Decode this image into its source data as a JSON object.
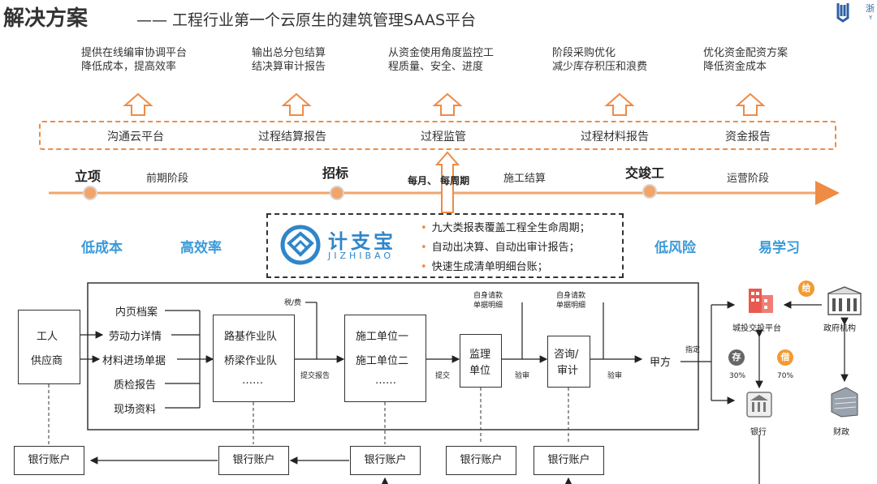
{
  "header": {
    "title": "解决方案",
    "subtitle": "—— 工程行业第一个云原生的建筑管理SAAS平台"
  },
  "benefits": [
    {
      "line1": "提供在线编审协调平台",
      "line2": "降低成本，提高效率"
    },
    {
      "line1": "输出总分包结算",
      "line2": "结决算审计报告"
    },
    {
      "line1": "从资金使用角度监控工",
      "line2": "程质量、安全、进度"
    },
    {
      "line1": "阶段采购优化",
      "line2": "减少库存积压和浪费"
    },
    {
      "line1": "优化资金配资方案",
      "line2": "降低资金成本"
    }
  ],
  "report_bar": [
    "沟通云平台",
    "过程结算报告",
    "过程监管",
    "过程材料报告",
    "资金报告"
  ],
  "timeline": {
    "milestones": [
      "立项",
      "招标",
      "交竣工"
    ],
    "phases": [
      "前期阶段",
      "施工结算",
      "运营阶段"
    ],
    "cycle_label": "每月、 每周期"
  },
  "features": [
    "低成本",
    "高效率",
    "低风险",
    "易学习"
  ],
  "product": {
    "name": "计支宝",
    "pinyin": "JIZHIBAO",
    "bullets": [
      "九大类报表覆盖工程全生命周期；",
      "自动出决算、自动出审计报告；",
      "快速生成清单明细台账；"
    ]
  },
  "flow": {
    "sources": [
      "工人",
      "供应商"
    ],
    "documents": [
      "内页档案",
      "劳动力详情",
      "材料进场单据",
      "质检报告",
      "现场资料"
    ],
    "teams": [
      "路基作业队",
      "桥梁作业队",
      "……"
    ],
    "contractors": [
      "施工单位一",
      "施工单位二",
      "……"
    ],
    "supervisor": [
      "监理",
      "单位"
    ],
    "consult": [
      "咨询/",
      "审计"
    ],
    "owner": "甲方",
    "labels": {
      "tax_fee": "税/费",
      "submit_report": "提交报告",
      "submit": "提交",
      "approve1": "验审",
      "approve2": "验审",
      "self_pay1a": "自身请款",
      "self_pay1b": "单据明细",
      "self_pay2a": "自身请款",
      "self_pay2b": "单据明细",
      "designate": "指定"
    },
    "bank_account": "银行账户"
  },
  "finance": {
    "platform": "城投交投平台",
    "government": "政府机构",
    "bank": "银行",
    "treasury": "财政",
    "give": "给",
    "deposit": "存",
    "borrow": "借",
    "deposit_pct": "30%",
    "borrow_pct": "70%"
  },
  "colors": {
    "accent_orange": "#ee8b45",
    "feature_blue": "#3a9ad9",
    "logo_blue": "#2f86c9"
  }
}
